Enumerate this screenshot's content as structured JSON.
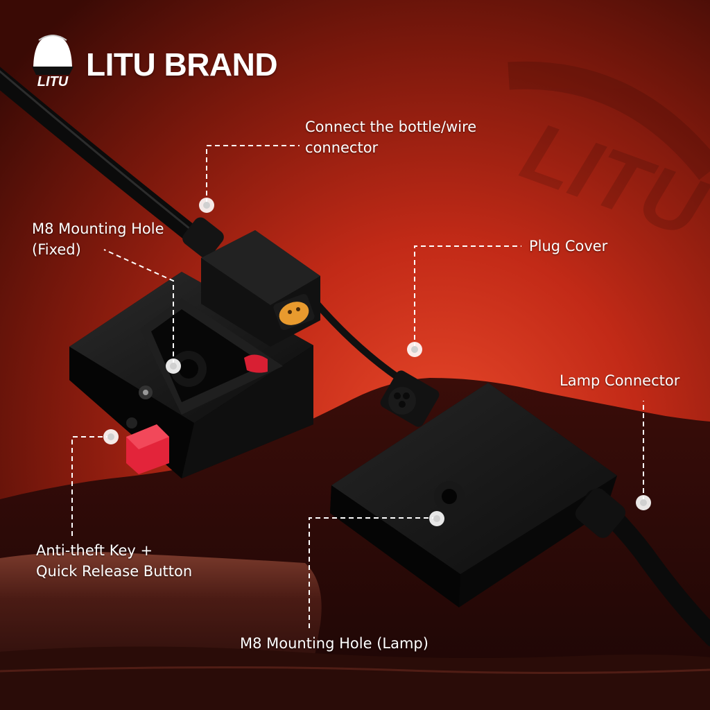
{
  "brand": {
    "name": "LITU BRAND",
    "logo_text": "LITU",
    "watermark_text": "LITU"
  },
  "callouts": {
    "connect_connector": "Connect the bottle/wire\nconnector",
    "m8_mounting_fixed": "M8 Mounting Hole\n(Fixed)",
    "plug_cover": "Plug Cover",
    "lamp_connector": "Lamp Connector",
    "anti_theft": "Anti-theft Key +\nQuick Release Button",
    "m8_mounting_lamp": "M8 Mounting Hole (Lamp)"
  },
  "colors": {
    "sky_top": "#5a1208",
    "sky_glow": "#d63a1e",
    "ridge": "#2a0907",
    "device_body": "#141414",
    "button_red": "#e3243a",
    "connector_amber": "#e89a2e",
    "label_text": "#ffffff",
    "marker_dot": "#ffffff"
  },
  "icons": {
    "logo": "helmet-logo-icon",
    "marker": "callout-dot-icon"
  }
}
